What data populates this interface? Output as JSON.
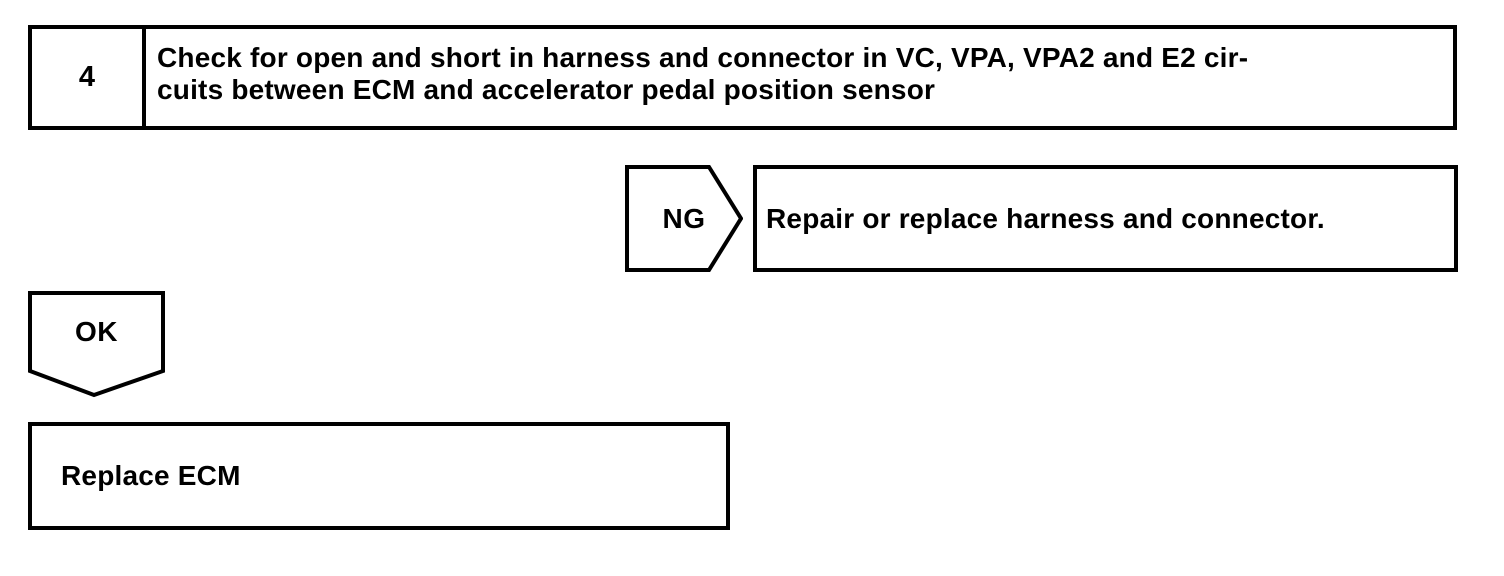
{
  "step": {
    "number": "4",
    "title_line1": "Check for open and short in harness and connector in VC, VPA, VPA2 and E2 cir-",
    "title_line2": "cuits between ECM and accelerator pedal position sensor"
  },
  "ng_branch": {
    "label": "NG",
    "action": "Repair or replace harness and connector."
  },
  "ok_branch": {
    "label": "OK",
    "action": "Replace ECM"
  },
  "colors": {
    "ink": "#000000",
    "background": "#ffffff"
  }
}
